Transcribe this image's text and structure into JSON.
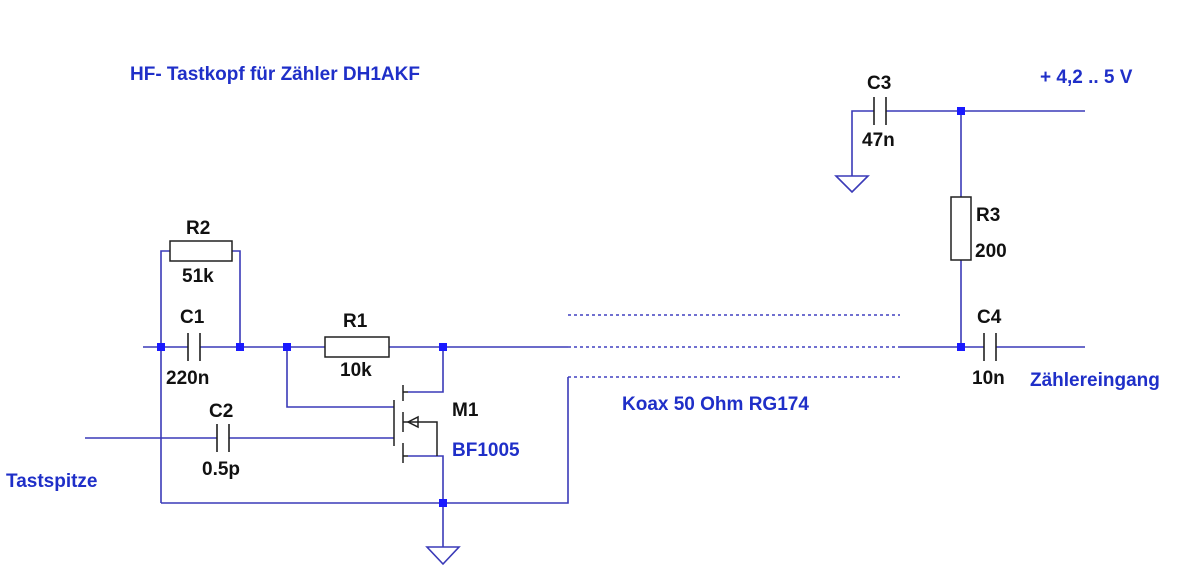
{
  "title": "HF- Tastkopf für Zähler DH1AKF",
  "supply": "+ 4,2 .. 5 V",
  "input_label": "Tastspitze",
  "output_label": "Zählereingang",
  "cable_label": "Koax 50 Ohm RG174",
  "transistor_part": "BF1005",
  "components": {
    "r1": {
      "name": "R1",
      "value": "10k"
    },
    "r2": {
      "name": "R2",
      "value": "51k"
    },
    "r3": {
      "name": "R3",
      "value": "200"
    },
    "c1": {
      "name": "C1",
      "value": "220n"
    },
    "c2": {
      "name": "C2",
      "value": "0.5p"
    },
    "c3": {
      "name": "C3",
      "value": "47n"
    },
    "c4": {
      "name": "C4",
      "value": "10n"
    },
    "m1": {
      "name": "M1"
    }
  },
  "colors": {
    "wire": "#3a3ab8",
    "junction": "#1a1aff",
    "annotation": "#1f2fc8",
    "component": "#202020"
  }
}
